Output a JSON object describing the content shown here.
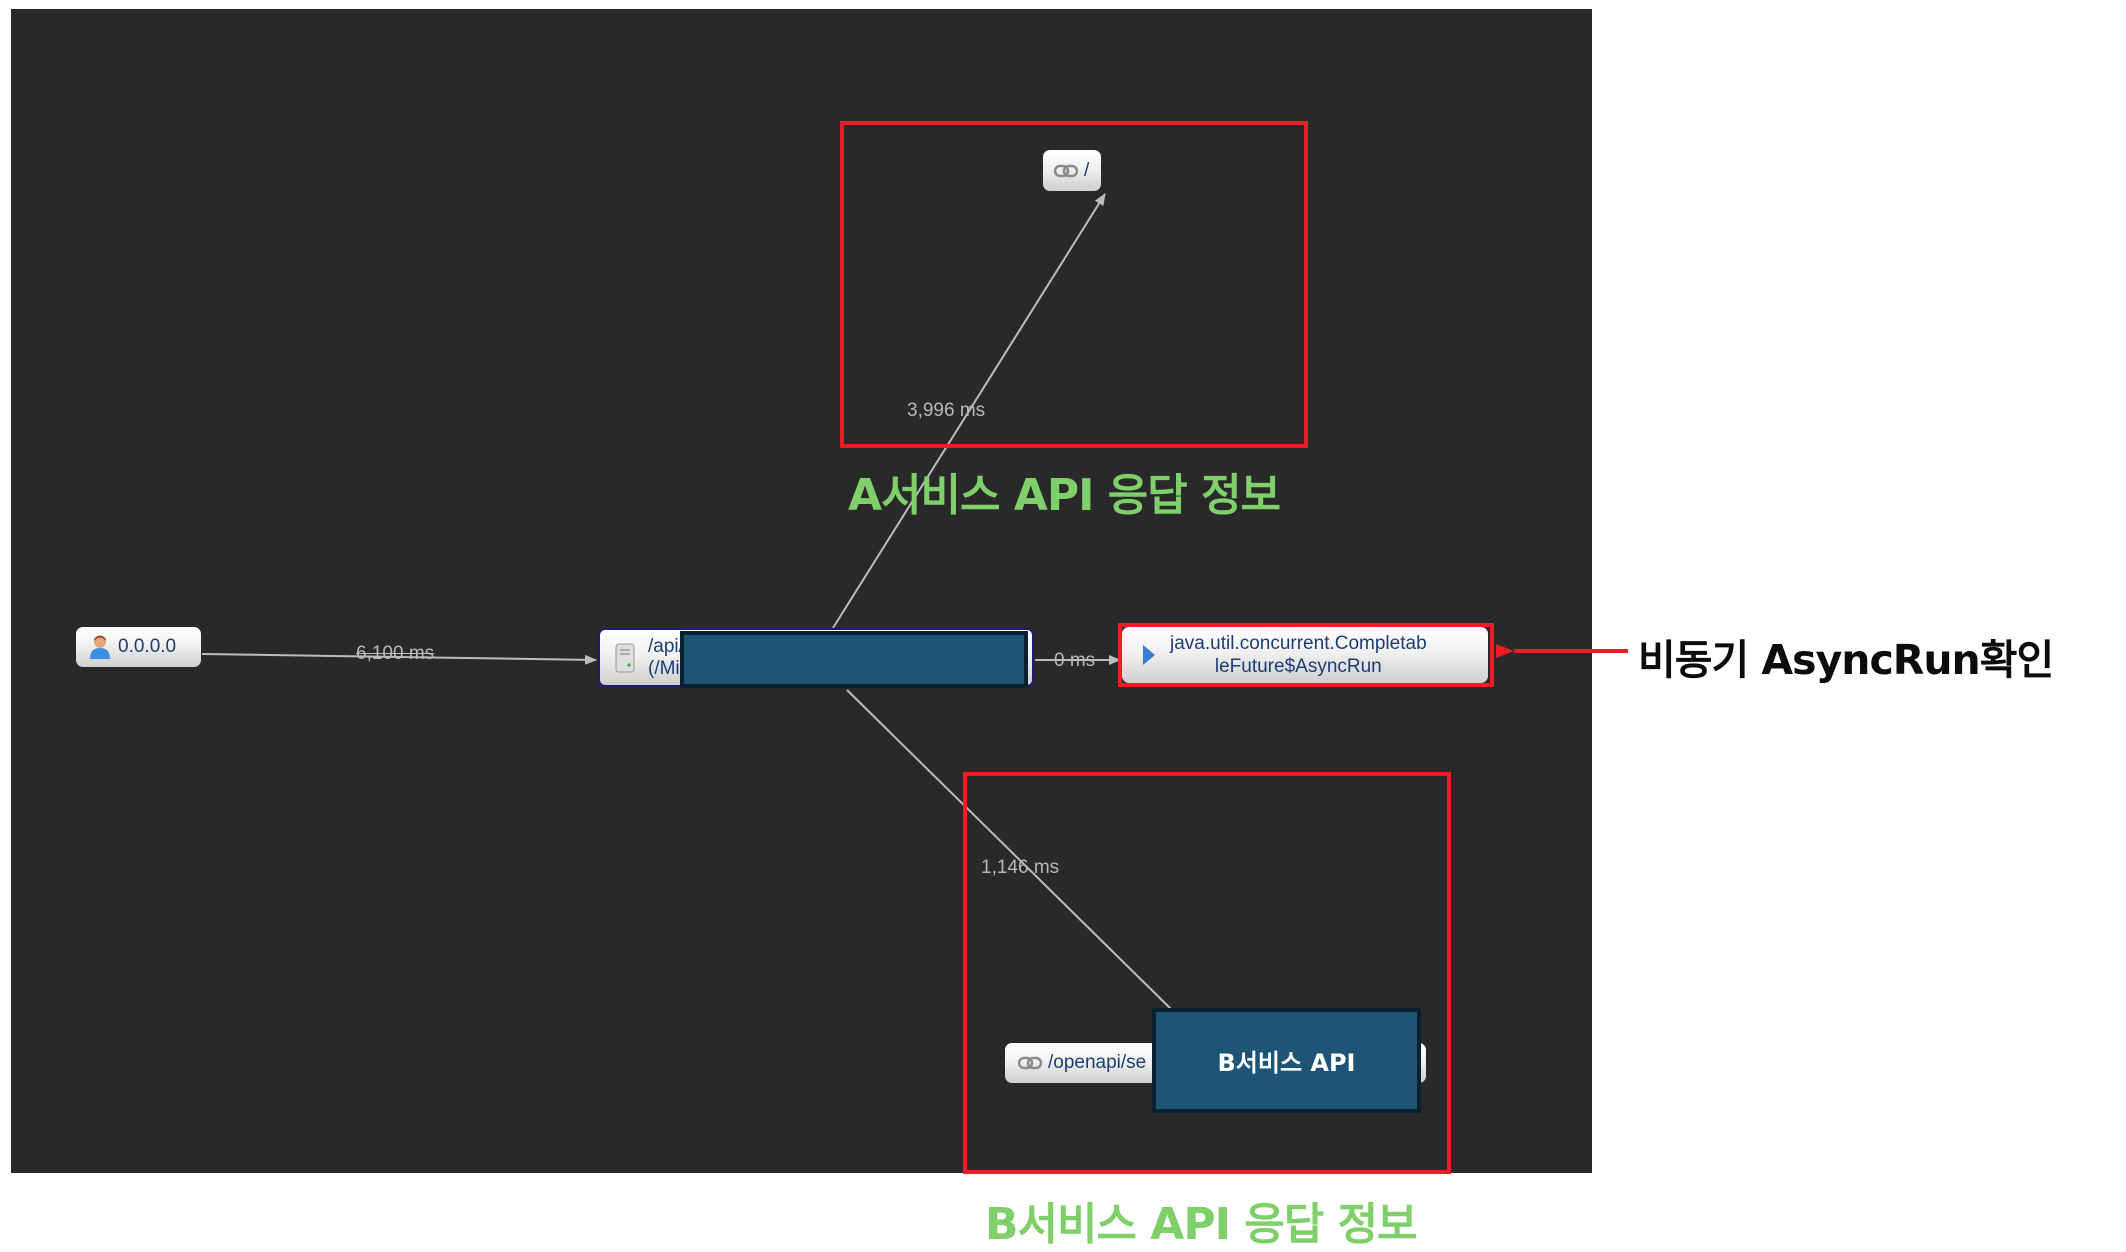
{
  "diagram": {
    "background_color": "#292929",
    "nodes": {
      "client": {
        "label": "0.0.0.0",
        "icon": "user-icon"
      },
      "main_api": {
        "label_line1": "/api/",
        "label_line2": "(/Mi",
        "icon": "server-icon"
      },
      "a_service": {
        "label": "/",
        "icon": "link-icon"
      },
      "async_run": {
        "label_line1": "java.util.concurrent.Completab",
        "label_line2": "leFuture$AsyncRun",
        "icon": "play-arrow-icon"
      },
      "b_service": {
        "label": "/openapi/se",
        "icon": "link-icon"
      }
    },
    "edges": [
      {
        "from": "client",
        "to": "main_api",
        "label": "6,100 ms"
      },
      {
        "from": "main_api",
        "to": "a_service",
        "label": "3,996 ms"
      },
      {
        "from": "main_api",
        "to": "async_run",
        "label": "0 ms"
      },
      {
        "from": "main_api",
        "to": "b_service",
        "label": "1,146 ms"
      }
    ]
  },
  "annotations": {
    "a_service_label": "A서비스 API 응답 정보",
    "b_service_label": "B서비스 API 응답 정보",
    "b_service_redaction": "B서비스 API",
    "async_callout": "비동기 AsyncRun확인",
    "highlight_color": "#ee1c25",
    "label_color": "#7fcf6b",
    "redaction_color": "#1e5577"
  }
}
